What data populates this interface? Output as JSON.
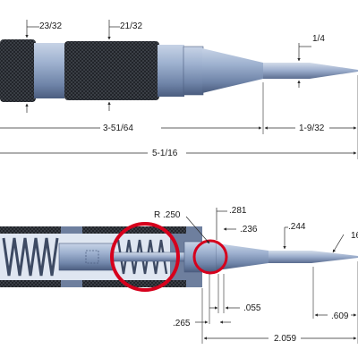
{
  "top_view": {
    "dim_large_diameter": "23/32",
    "dim_grip_diameter": "21/32",
    "dim_tip_diameter": "1/4",
    "dim_body_length": "3-51/64",
    "dim_tip_length": "1-9/32",
    "dim_overall_length": "5-1/16"
  },
  "section_view": {
    "dim_radius": "R .250",
    "dim_281": ".281",
    "dim_236": ".236",
    "dim_244": ".244",
    "dim_cut_label": "16",
    "dim_265": ".265",
    "dim_055": ".055",
    "dim_609": ".609",
    "dim_2059": "2.059"
  },
  "colors": {
    "knurl": "#1e2126",
    "steel": "#8ea3c4",
    "steel_dark": "#5a6c8c",
    "highlight_circle": "#d6001c",
    "dim_line": "#2a2a2a"
  }
}
